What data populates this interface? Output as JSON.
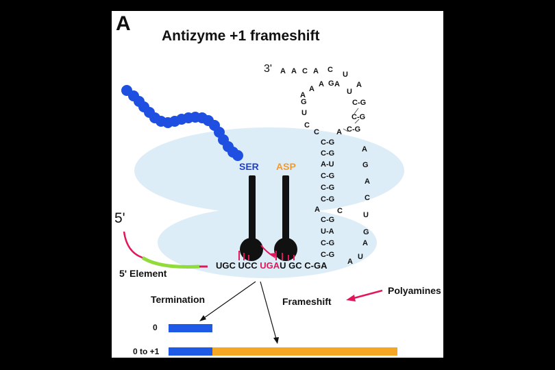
{
  "panel_letter": "A",
  "title": "Antizyme  +1 frameshift",
  "end_3": "3'",
  "end_5": "5'",
  "amino_acids": [
    {
      "name": "SER",
      "color": "#1e3fd0"
    },
    {
      "name": "ASP",
      "color": "#f59a2a"
    }
  ],
  "mrna_sequence": {
    "part1": "UGC UCC ",
    "part2": "UGA",
    "part3": "U  GC",
    "part4": "C-GA"
  },
  "element_label": "5' Element",
  "termination_label": "Termination",
  "frameshift_label": "Frameshift",
  "polyamines_label": "Polyamines",
  "row_labels": [
    "0",
    "0 to +1"
  ],
  "colors": {
    "peptide": "#1f4fe0",
    "ribosome": "#ddedf8",
    "frame0": "#1f5ae6",
    "frame1": "#f5a623",
    "red": "#e0185a",
    "green": "#8fdc3a"
  },
  "hairpin": {
    "loop_top": [
      "A",
      "A",
      "C",
      "A",
      "C",
      "U"
    ],
    "loop_right": [
      "A",
      "U",
      "A",
      "C-G",
      "C-G",
      "C-G"
    ],
    "loop_left": [
      "A",
      "A",
      "G",
      "A",
      "G",
      "U",
      "C",
      "C",
      "A"
    ],
    "stem_upper": [
      "C-G",
      "C-G",
      "A-U",
      "C-G",
      "C-G",
      "C-G"
    ],
    "stem_lower": [
      "C-G",
      "U-A",
      "C-G",
      "C-G"
    ],
    "bulge_left": "A",
    "bulge_right": "C",
    "right_strand": [
      "A",
      "G",
      "A",
      "C",
      "U",
      "G",
      "A",
      "U"
    ],
    "tail": "A"
  }
}
